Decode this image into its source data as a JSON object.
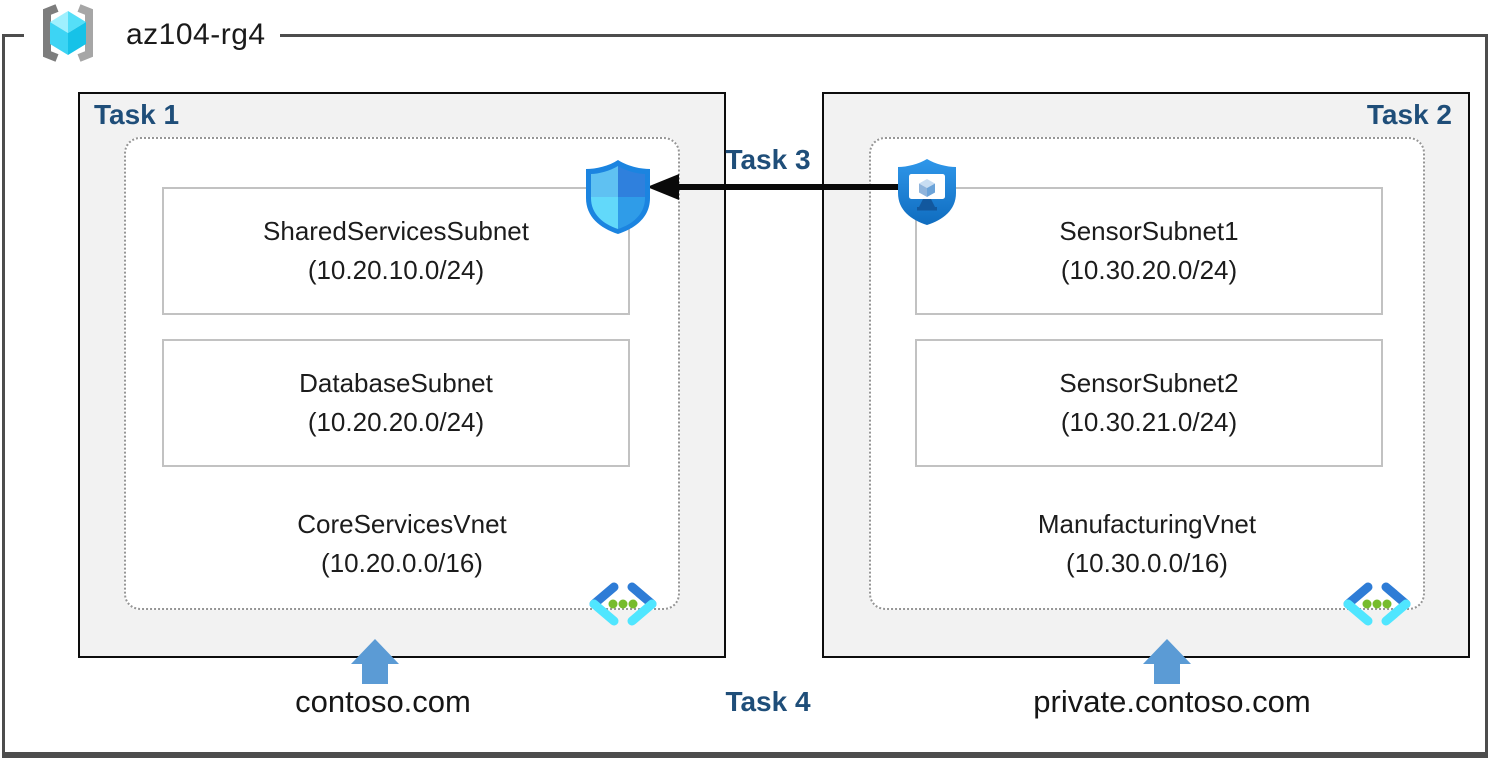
{
  "header": {
    "resource_group": "az104-rg4"
  },
  "task_labels": {
    "task1": "Task 1",
    "task2": "Task 2",
    "task3": "Task 3",
    "task4": "Task 4"
  },
  "left_vnet": {
    "name": "CoreServicesVnet",
    "cidr": "(10.20.0.0/16)",
    "dns": "contoso.com",
    "subnets": [
      {
        "name": "SharedServicesSubnet",
        "cidr": "(10.20.10.0/24)"
      },
      {
        "name": "DatabaseSubnet",
        "cidr": "(10.20.20.0/24)"
      }
    ]
  },
  "right_vnet": {
    "name": "ManufacturingVnet",
    "cidr": "(10.30.0.0/16)",
    "dns": "private.contoso.com",
    "subnets": [
      {
        "name": "SensorSubnet1",
        "cidr": "(10.30.20.0/24)"
      },
      {
        "name": "SensorSubnet2",
        "cidr": "(10.30.21.0/24)"
      }
    ]
  },
  "icons": {
    "resource_group": "resource-group-icon",
    "nsg": "nsg-shield-icon",
    "asg": "asg-shield-icon",
    "vnet": "virtual-network-icon",
    "dns_arrow": "up-arrow-icon"
  },
  "colors": {
    "task_label": "#1F4E79",
    "box_fill": "#F2F2F2",
    "box_border": "#0D0D0D",
    "dotted_border": "#969696",
    "arrow_blue": "#5B9BD5",
    "shield_blue": "#1B84E0",
    "vnet_chevron_dark": "#2E7CD6",
    "vnet_chevron_light": "#50E6FF",
    "vnet_dots_green": "#76BC2D"
  }
}
